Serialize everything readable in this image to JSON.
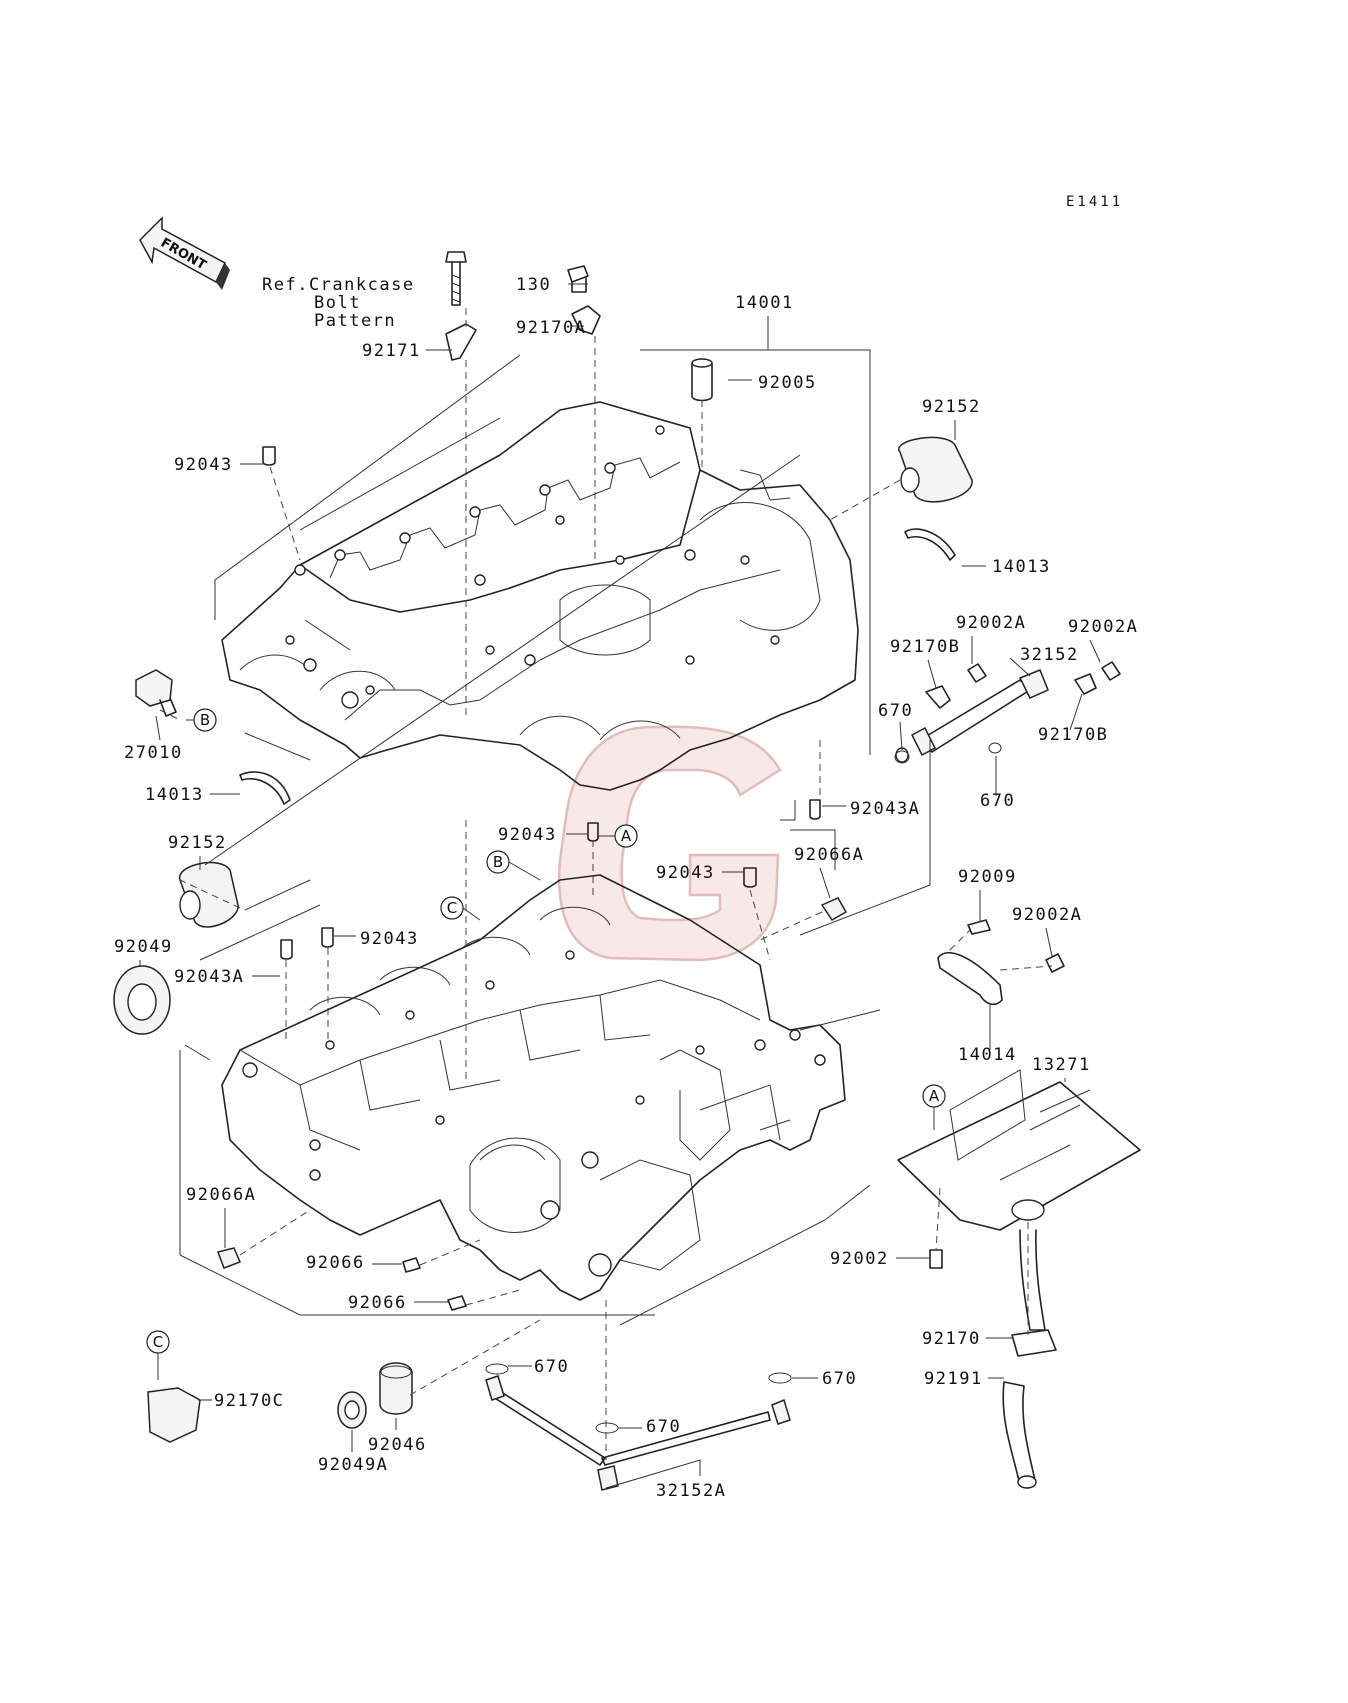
{
  "diagram": {
    "code": "E1411",
    "front_label": "FRONT",
    "ref_note": [
      "Ref.Crankcase",
      "Bolt",
      "Pattern"
    ],
    "watermark_letter": "G",
    "callout_letters": [
      "A",
      "B",
      "C"
    ],
    "labels": [
      "130",
      "92170A",
      "14001",
      "92171",
      "92005",
      "92152",
      "92043",
      "14013",
      "92002A",
      "92170B",
      "32152",
      "92002A",
      "670",
      "27010",
      "92170B",
      "14013",
      "670",
      "92152",
      "92043A",
      "92043",
      "92066A",
      "92043",
      "92009",
      "92049",
      "92043",
      "92002A",
      "92043A",
      "14014",
      "13271",
      "92066A",
      "92066",
      "92002",
      "92066",
      "92170",
      "670",
      "670",
      "92191",
      "92170C",
      "670",
      "92046",
      "92049A",
      "32152A"
    ]
  }
}
